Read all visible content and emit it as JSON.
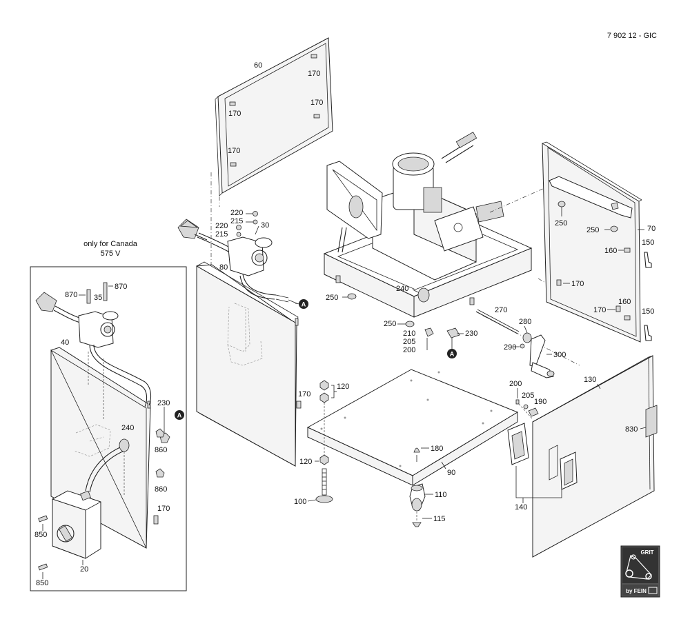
{
  "document_number": "7 902 12 - GIC",
  "inset_note": {
    "line1": "only for Canada",
    "line2": "575 V"
  },
  "marker_letter": "A",
  "logo": {
    "top_text": "GRIT",
    "bottom_text": "by FEIN",
    "icon": "belt-grinder-logo-icon"
  },
  "part_labels": {
    "p60": "60",
    "p170_a": "170",
    "p170_b": "170",
    "p170_c": "170",
    "p170_d": "170",
    "p220_a": "220",
    "p215_a": "215",
    "p220_b": "220",
    "p215_b": "215",
    "p30": "30",
    "p80": "80",
    "p870_a": "870",
    "p870_b": "870",
    "p35": "35",
    "p40": "40",
    "p230_a": "230",
    "p240_a": "240",
    "p860_a": "860",
    "p860_b": "860",
    "p170_e": "170",
    "p850_a": "850",
    "p850_b": "850",
    "p20": "20",
    "p250_a": "250",
    "p240_b": "240",
    "p250_b": "250",
    "p210": "210",
    "p205_a": "205",
    "p200_a": "200",
    "p230_b": "230",
    "p170_f": "170",
    "p120_a": "120",
    "p120_b": "120",
    "p180": "180",
    "p90": "90",
    "p100": "100",
    "p110": "110",
    "p115": "115",
    "p250_c": "250",
    "p250_d": "250",
    "p70": "70",
    "p150_a": "150",
    "p160_a": "160",
    "p170_g": "170",
    "p170_h": "170",
    "p160_b": "160",
    "p150_b": "150",
    "p270": "270",
    "p280": "280",
    "p290": "290",
    "p300": "300",
    "p200_b": "200",
    "p205_b": "205",
    "p190": "190",
    "p130": "130",
    "p830": "830",
    "p140": "140"
  }
}
